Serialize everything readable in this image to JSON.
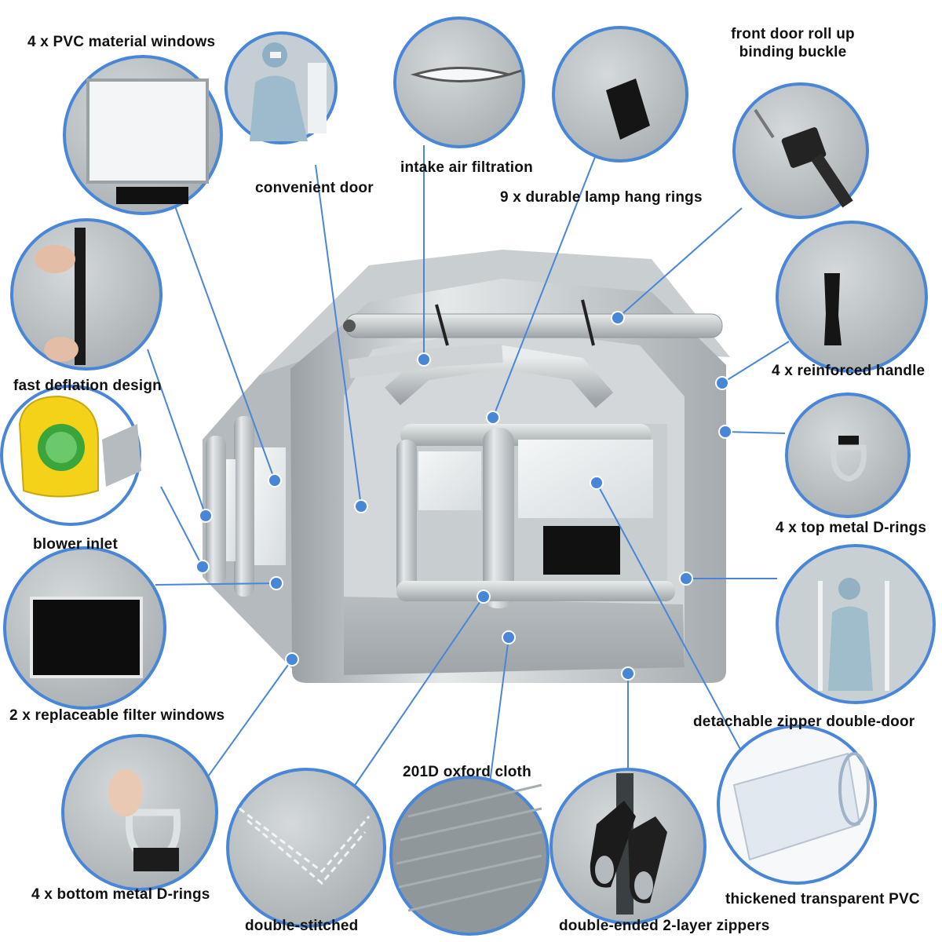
{
  "accent_color": "#4a86d8",
  "tent_color": "#c7ccce",
  "callouts": [
    {
      "id": "pvc-windows",
      "icon": "window-icon",
      "label": "4 x PVC material windows"
    },
    {
      "id": "door",
      "icon": "person-icon",
      "label": "convenient door"
    },
    {
      "id": "intake",
      "icon": "zipper-vent-icon",
      "label": "intake air filtration"
    },
    {
      "id": "lamp-rings",
      "icon": "strap-ring-icon",
      "label": "9 x durable lamp hang rings"
    },
    {
      "id": "buckle",
      "icon": "buckle-icon",
      "label": "front door roll up\nbinding buckle"
    },
    {
      "id": "handle",
      "icon": "handle-icon",
      "label": "4 x reinforced handle"
    },
    {
      "id": "top-d-rings",
      "icon": "d-ring-icon",
      "label": "4 x top metal D-rings"
    },
    {
      "id": "zipper-door",
      "icon": "person-icon",
      "label": "detachable zipper double-door"
    },
    {
      "id": "pvc",
      "icon": "pvc-sheet-icon",
      "label": "thickened transparent PVC"
    },
    {
      "id": "zippers",
      "icon": "zipper-pull-icon",
      "label": "double-ended 2-layer zippers"
    },
    {
      "id": "oxford",
      "icon": "fabric-icon",
      "label": "201D oxford cloth"
    },
    {
      "id": "stitched",
      "icon": "stitch-icon",
      "label": "double-stitched"
    },
    {
      "id": "bottom-d-rings",
      "icon": "d-ring-icon",
      "label": "4 x bottom metal D-rings"
    },
    {
      "id": "filter-windows",
      "icon": "filter-icon",
      "label": "2 x replaceable filter windows"
    },
    {
      "id": "blower",
      "icon": "blower-icon",
      "label": "blower inlet"
    },
    {
      "id": "deflation",
      "icon": "zipper-flap-icon",
      "label": "fast deflation design"
    }
  ]
}
